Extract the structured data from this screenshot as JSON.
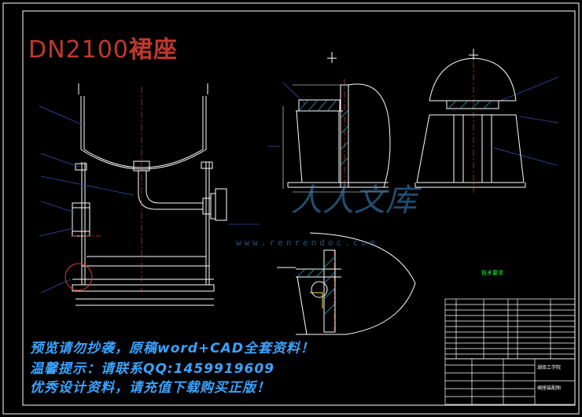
{
  "title": {
    "latin": "DN2100",
    "chinese": "裙座"
  },
  "promo": {
    "line1": "预览请勿抄袭，原稿word+CAD全套资料！",
    "line2": "温馨提示：请联系QQ:1459919609",
    "line3": "优秀设计资料，请充值下载购买正版！"
  },
  "watermark": {
    "text": "人人文库",
    "url": "www.renrendoc.com"
  },
  "notes": {
    "title": "技术要求"
  },
  "title_block": {
    "drawing_name": "裙座装配图",
    "school": "湖南工学院"
  },
  "colors": {
    "line": "#ffffff",
    "center": "#e53935",
    "leader": "#3949ab",
    "hatch": "#26c6da",
    "title": "#c0392b",
    "promo": "#3aa4ff",
    "notes": "#11ff33",
    "dimension": "#ffffff"
  }
}
